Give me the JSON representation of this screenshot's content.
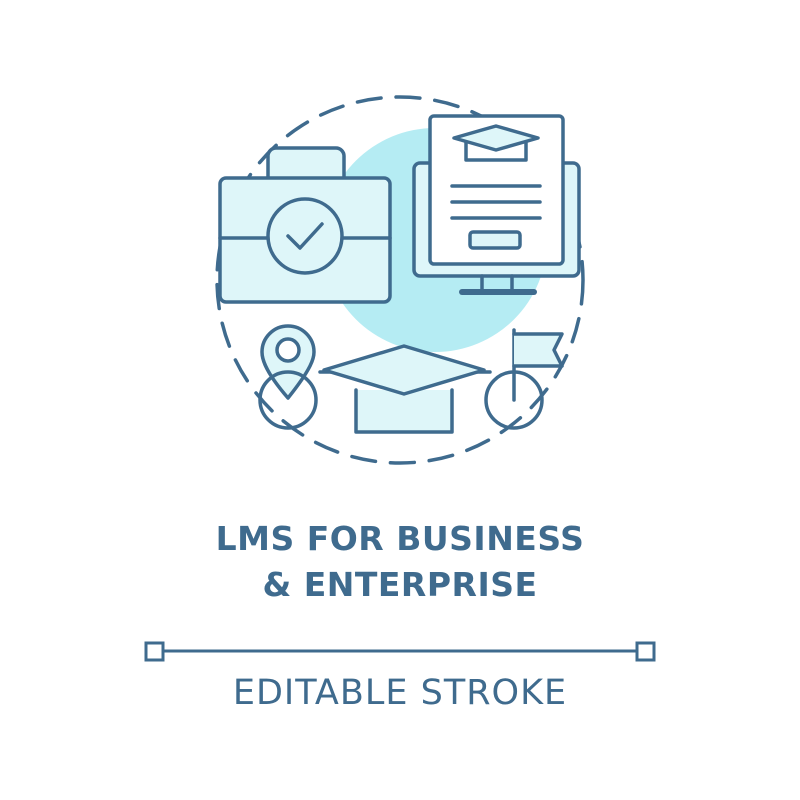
{
  "title": {
    "line1": "LMS FOR BUSINESS",
    "line2": "& ENTERPRISE"
  },
  "caption": "EDITABLE STROKE",
  "icons": [
    "briefcase-check-icon",
    "computer-certificate-icon",
    "location-pin-icon",
    "graduation-cap-icon",
    "goal-flag-icon"
  ],
  "colors": {
    "stroke": "#3f6b8e",
    "fill_light": "#def6f9",
    "accent_circle": "#b5ecf3",
    "text": "#3f6b8e"
  }
}
